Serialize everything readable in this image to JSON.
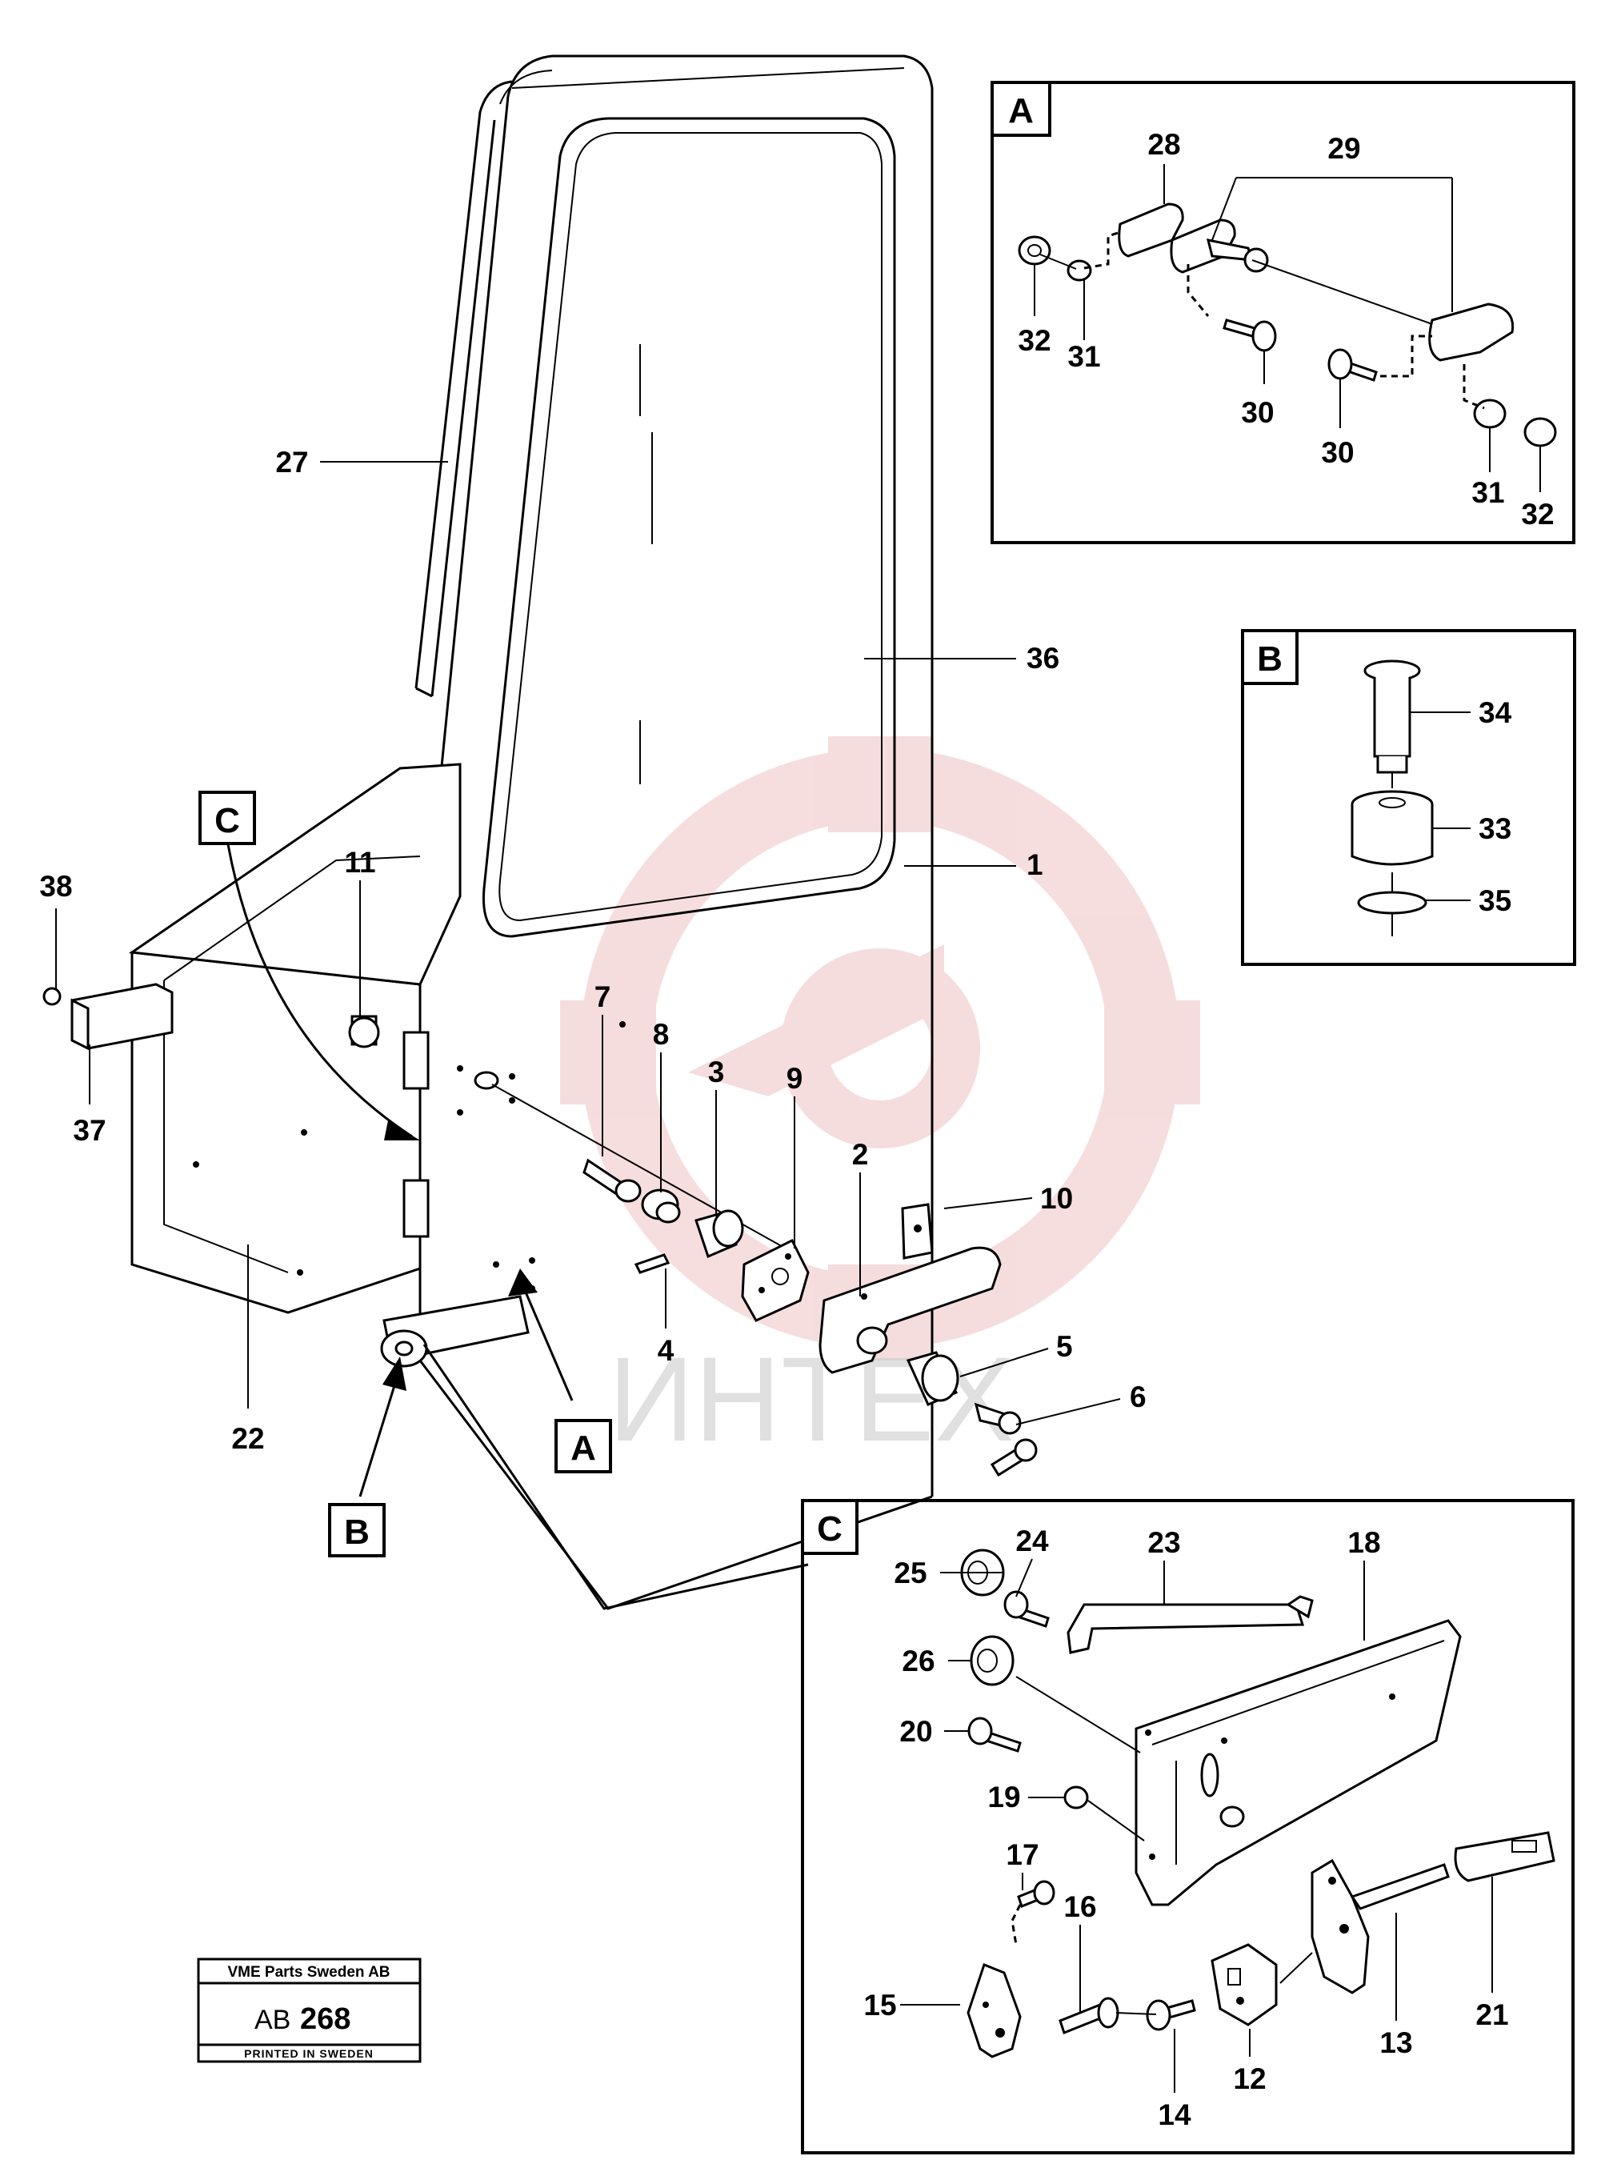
{
  "diagram": {
    "callouts": [
      "1",
      "2",
      "3",
      "4",
      "5",
      "6",
      "7",
      "8",
      "9",
      "10",
      "11",
      "12",
      "13",
      "14",
      "15",
      "16",
      "17",
      "18",
      "19",
      "20",
      "21",
      "22",
      "23",
      "24",
      "25",
      "26",
      "27",
      "28",
      "29",
      "30",
      "30",
      "31",
      "31",
      "32",
      "32",
      "33",
      "34",
      "35",
      "36",
      "37",
      "38"
    ],
    "detail_boxes": {
      "a": {
        "letter": "A"
      },
      "b": {
        "letter": "B"
      },
      "c": {
        "letter": "C"
      }
    },
    "pointers": {
      "a": {
        "letter": "A"
      },
      "b": {
        "letter": "B"
      },
      "c": {
        "letter": "C"
      }
    }
  },
  "watermark": {
    "text": "ИНТЕХ",
    "logo": "gear-logo-icon",
    "color": "#e8a0a0"
  },
  "stamp": {
    "company": "VME Parts Sweden AB",
    "code_prefix": "AB",
    "code_number": "268",
    "printed": "PRINTED IN SWEDEN"
  }
}
